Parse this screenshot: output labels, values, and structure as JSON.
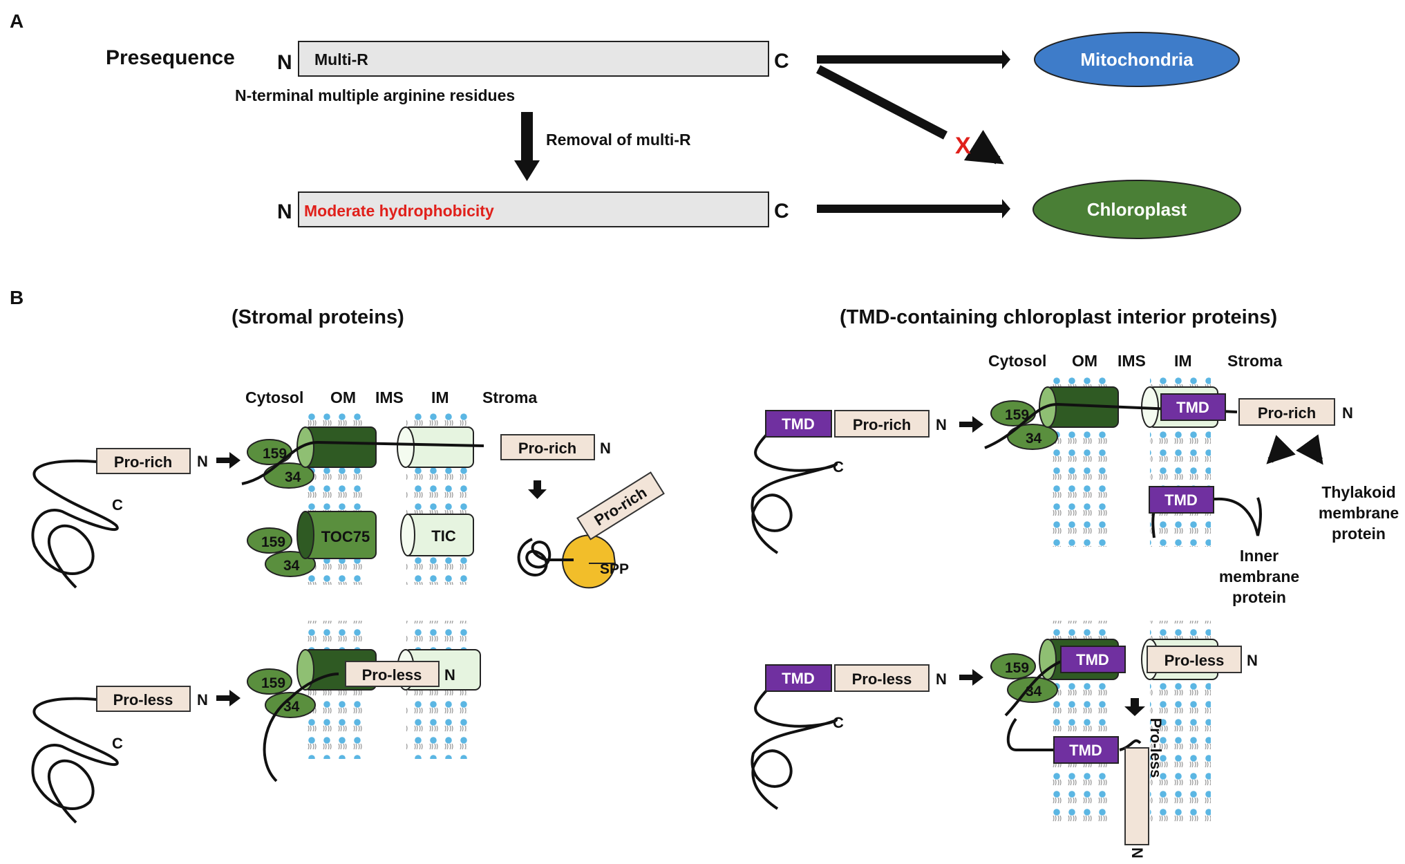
{
  "panel_a": {
    "letter": "A",
    "presequence_label": "Presequence",
    "n": "N",
    "c": "C",
    "multi_r": "Multi-R",
    "subtitle": "N-terminal multiple arginine residues",
    "removal": "Removal of multi-R",
    "moderate": "Moderate hydrophobicity",
    "mito": "Mitochondria",
    "chloro": "Chloroplast",
    "x_mark": "X"
  },
  "panel_b": {
    "letter": "B",
    "stromal_title": "(Stromal proteins)",
    "tmd_title": "(TMD-containing chloroplast interior proteins)",
    "cytosol": "Cytosol",
    "om": "OM",
    "ims": "IMS",
    "im": "IM",
    "stroma": "Stroma",
    "pro_rich": "Pro-rich",
    "pro_less": "Pro-less",
    "tmd": "TMD",
    "n": "N",
    "c": "C",
    "toc159": "159",
    "toc34": "34",
    "toc75": "TOC75",
    "tic": "TIC",
    "spp": "SPP",
    "inner_membrane_protein": [
      "Inner",
      "membrane",
      "protein"
    ],
    "thylakoid_membrane_protein": [
      "Thylakoid",
      "membrane",
      "protein"
    ]
  },
  "colors": {
    "mito": "#3E7CC9",
    "chloro": "#4A7F36",
    "toc_green": "#5A8F3E",
    "toc_dark": "#2F5A23",
    "tic_light": "#E6F4E0",
    "tmd_purple": "#7030A0",
    "pro_box": "#F2E4D8",
    "spp_yellow": "#F2BE2A",
    "lipid_head": "#5BB6E3",
    "red": "#E0201B"
  }
}
